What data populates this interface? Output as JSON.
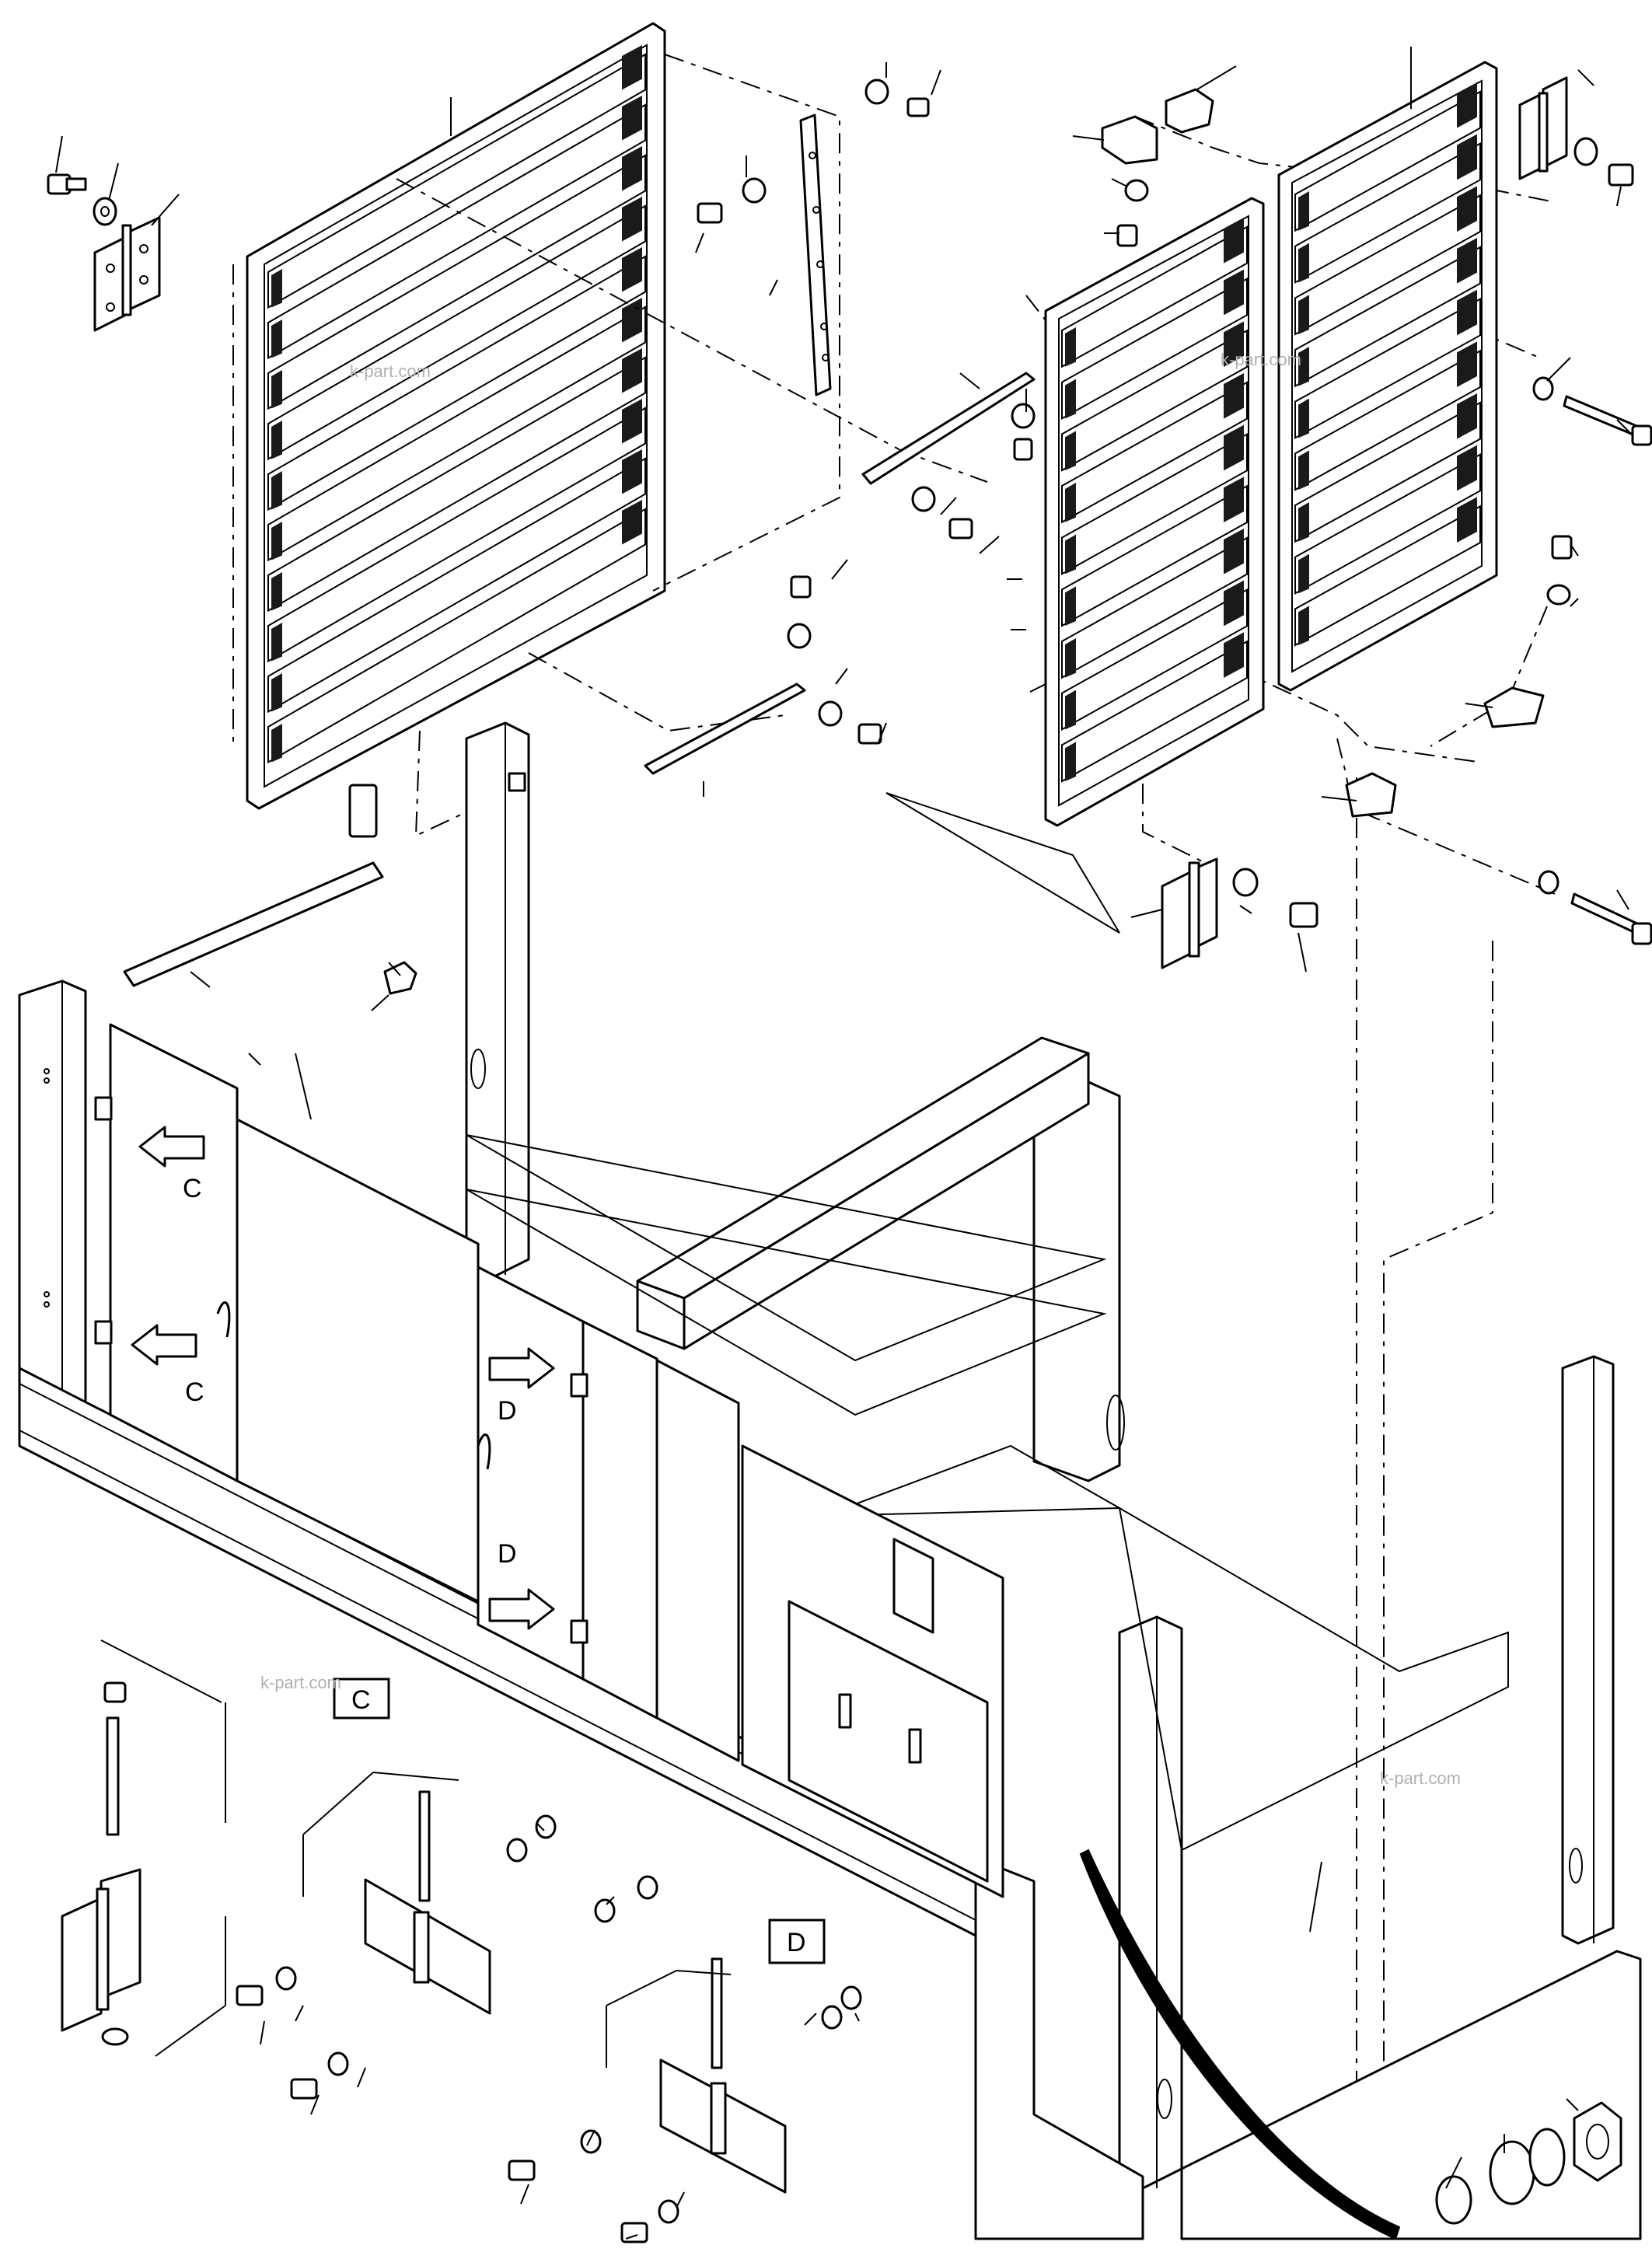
{
  "watermark": "k-part.com",
  "views": {
    "c_label": "C",
    "d_label": "D"
  },
  "callouts": {
    "c_top": "C",
    "c_bottom": "C",
    "d_top": "D",
    "d_bottom": "D"
  }
}
